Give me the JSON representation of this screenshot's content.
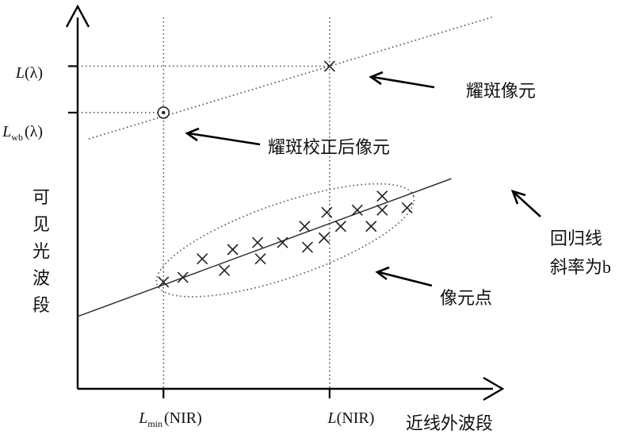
{
  "chart_data": {
    "type": "scatter",
    "x_axis": {
      "label": "近线外波段",
      "ticks": [
        {
          "id": "lmin",
          "value": 1.0,
          "symbol": "L",
          "subscript": "min",
          "suffix": "(NIR)"
        },
        {
          "id": "lnir",
          "value": 4.0,
          "symbol": "L",
          "subscript": "",
          "suffix": "(NIR)"
        }
      ]
    },
    "y_axis": {
      "label_chars": [
        "可",
        "见",
        "光",
        "波",
        "段"
      ],
      "ticks": [
        {
          "id": "lambda",
          "value": 6.0,
          "symbol": "L",
          "subscript": "",
          "suffix": "(λ)"
        },
        {
          "id": "lwb",
          "value": 5.0,
          "symbol": "L",
          "subscript": "wb",
          "suffix": "(λ)"
        }
      ]
    },
    "xlim": [
      -0.55,
      6.95
    ],
    "ylim": [
      -0.95,
      7.05
    ],
    "grid": false,
    "pixels": [
      {
        "x": 1.0,
        "y": 1.35
      },
      {
        "x": 1.35,
        "y": 1.45
      },
      {
        "x": 1.7,
        "y": 1.85
      },
      {
        "x": 2.1,
        "y": 1.6
      },
      {
        "x": 2.25,
        "y": 2.05
      },
      {
        "x": 2.7,
        "y": 2.2
      },
      {
        "x": 2.75,
        "y": 1.85
      },
      {
        "x": 3.15,
        "y": 2.2
      },
      {
        "x": 3.55,
        "y": 2.55
      },
      {
        "x": 3.6,
        "y": 2.1
      },
      {
        "x": 3.9,
        "y": 2.3
      },
      {
        "x": 3.95,
        "y": 2.85
      },
      {
        "x": 4.2,
        "y": 2.55
      },
      {
        "x": 4.5,
        "y": 2.9
      },
      {
        "x": 4.75,
        "y": 2.55
      },
      {
        "x": 4.95,
        "y": 3.2
      },
      {
        "x": 4.95,
        "y": 2.9
      },
      {
        "x": 5.4,
        "y": 2.95
      }
    ],
    "regression_line": {
      "intercept": 0.85,
      "slope": 0.44
    },
    "flare_line": {
      "intercept": 4.56,
      "slope": 0.36
    },
    "flare_pixel": {
      "x": 4.0,
      "y": 6.0
    },
    "corrected_pixel": {
      "x": 1.0,
      "y": 5.0
    },
    "cluster_ellipse": {
      "cx": 3.2,
      "cy": 2.25,
      "rx": 2.45,
      "ry": 0.8,
      "angle_deg": -19
    },
    "annotations": [
      {
        "id": "flare",
        "lines": [
          "耀斑像元"
        ]
      },
      {
        "id": "corrected",
        "lines": [
          "耀斑校正后像元"
        ]
      },
      {
        "id": "regression",
        "lines": [
          "回归线",
          "斜率为b"
        ]
      },
      {
        "id": "pixel-point",
        "lines": [
          "像元点"
        ]
      }
    ]
  }
}
